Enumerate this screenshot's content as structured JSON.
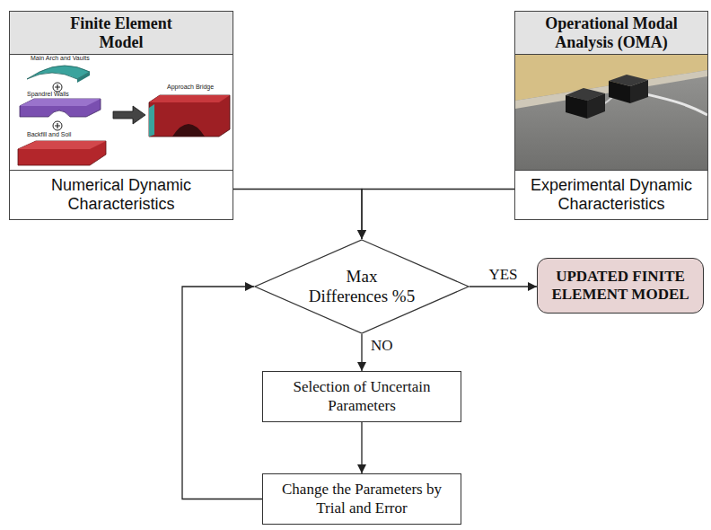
{
  "diagram": {
    "nodes": [
      {
        "text": [
          "Finite Element Model",
          "Numerical Dynamic Characteristics"
        ]
      },
      {
        "text": [
          "Operational Modal Analysis (OMA)",
          "Experimental Dynamic Characteristics"
        ]
      },
      {
        "text": [
          "Max Differences %5"
        ]
      },
      {
        "text": [
          "UPDATED FINITE ELEMENT MODEL"
        ]
      },
      {
        "text": [
          "Selection of Uncertain Parameters"
        ]
      },
      {
        "text": [
          "Change the Parameters by Trial and Error"
        ]
      }
    ],
    "edges": [
      {
        "from": 0,
        "to": 2,
        "arrow": "to"
      },
      {
        "from": 1,
        "to": 2,
        "arrow": "to"
      },
      {
        "from": 2,
        "to": 3,
        "label": "YES",
        "arrow": "to"
      },
      {
        "from": 2,
        "to": 4,
        "label": "NO",
        "arrow": "to"
      },
      {
        "from": 4,
        "to": 5,
        "arrow": "to"
      },
      {
        "from": 5,
        "to": 2,
        "arrow": "to"
      }
    ],
    "labels": [
      "Main Arch and Vaults",
      "Spandrel Walls",
      "Backfill and Soil",
      "Approach Bridge"
    ]
  }
}
